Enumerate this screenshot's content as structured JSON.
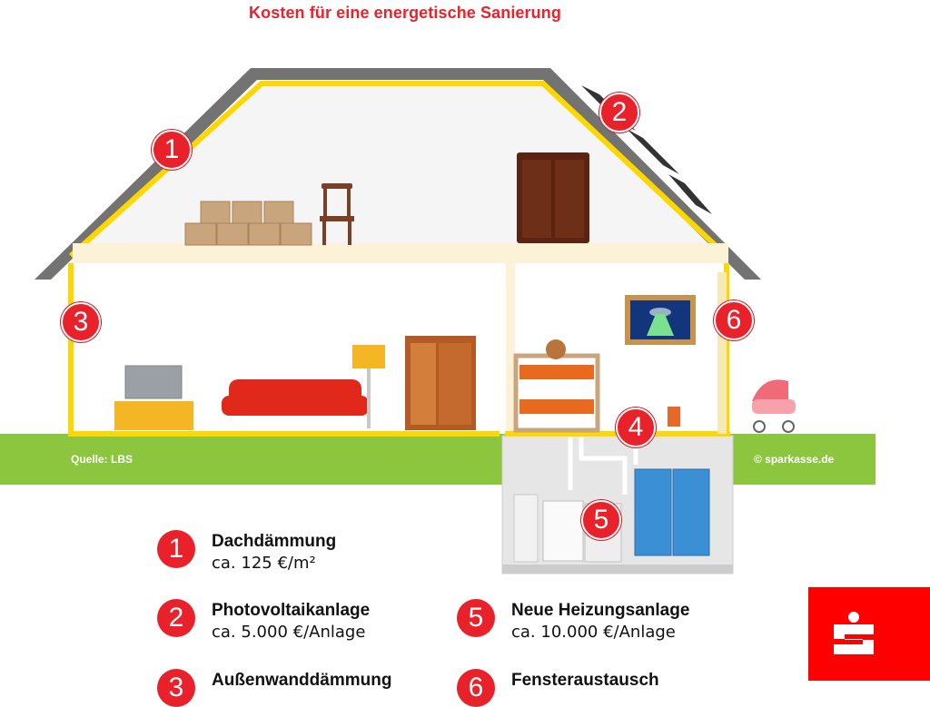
{
  "title": "Kosten für eine energetische Sanierung",
  "source": "Quelle: LBS",
  "copyright": "© sparkasse.de",
  "markers": [
    "1",
    "2",
    "3",
    "4",
    "5",
    "6"
  ],
  "legend": [
    {
      "number": "1",
      "title": "Dachdämmung",
      "cost": "ca. 125 €/m²"
    },
    {
      "number": "2",
      "title": "Photovoltaikanlage",
      "cost": "ca. 5.000 €/Anlage"
    },
    {
      "number": "3",
      "title": "Außenwanddämmung",
      "cost": ""
    },
    {
      "number": "5",
      "title": "Neue Heizungsanlage",
      "cost": "ca. 10.000 €/Anlage"
    },
    {
      "number": "6",
      "title": "Fensteraustausch",
      "cost": ""
    }
  ],
  "colors": {
    "accent_red": "#e8232b",
    "insulation_yellow": "#ffd700",
    "grass_green": "#8cc63f",
    "roof_gray": "#737373",
    "sparkasse_red": "#ff0000"
  },
  "icons": [
    "sparkasse-logo-icon"
  ]
}
